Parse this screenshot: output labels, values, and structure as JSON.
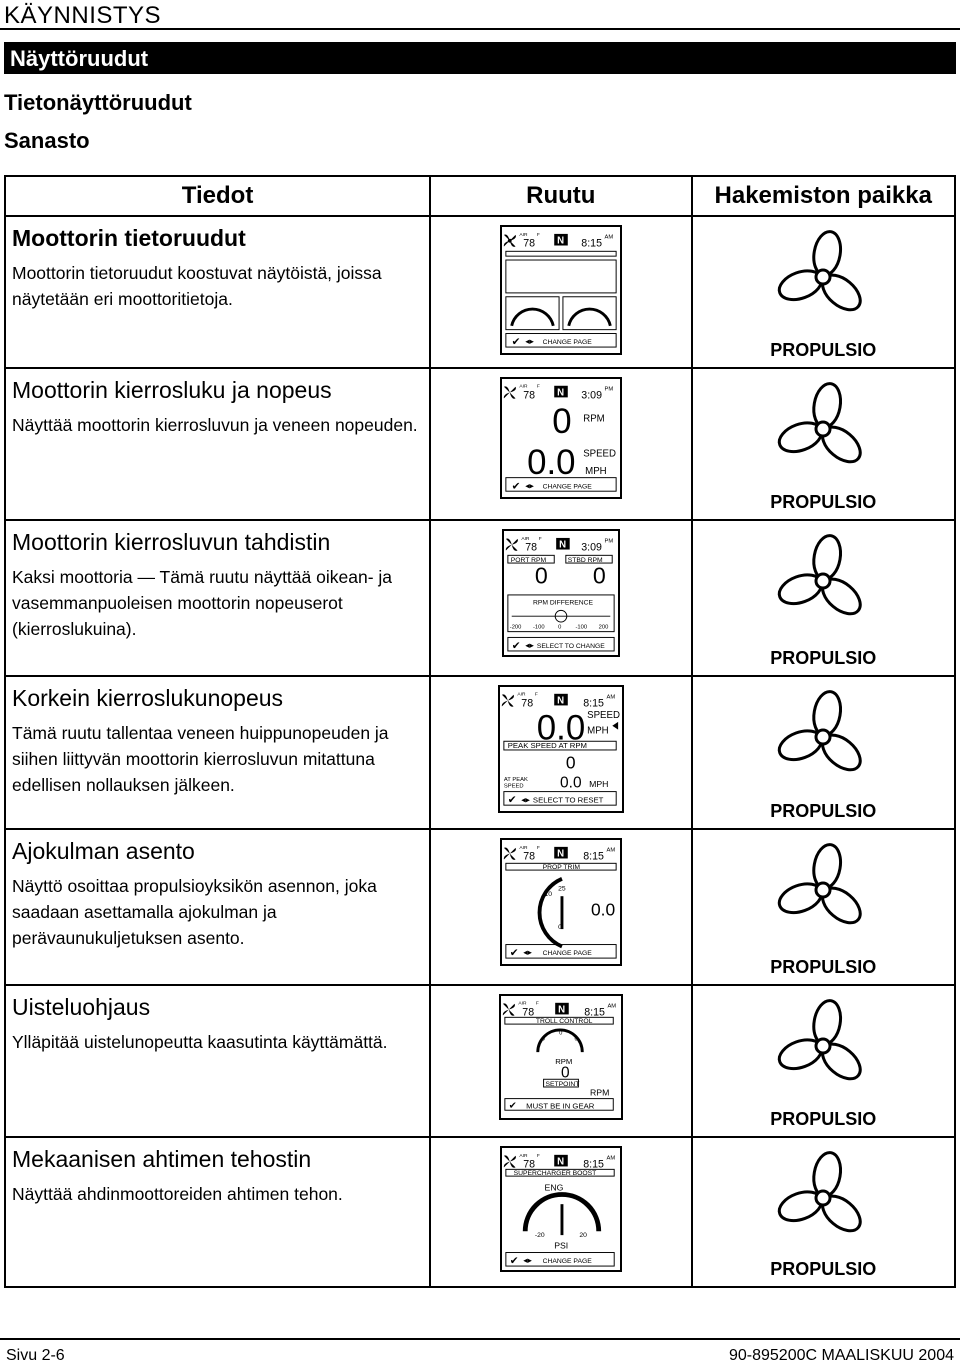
{
  "header": {
    "chapter": "KÄYNNISTYS",
    "section": "Näyttöruudut",
    "subtitle1": "Tietonäyttöruudut",
    "subtitle2": "Sanasto"
  },
  "table": {
    "headers": [
      "Tiedot",
      "Ruutu",
      "Hakemiston paikka"
    ],
    "rows": [
      {
        "title": "Moottorin tietoruudut",
        "desc": "Moottorin tietoruudut koostuvat näytöistä, joissa näytetään eri moottoritietoja.",
        "location": "PROPULSIO"
      },
      {
        "title": "Moottorin kierrosluku ja nopeus",
        "desc": "Näyttää moottorin kierrosluvun ja veneen nopeuden.",
        "location": "PROPULSIO"
      },
      {
        "title": "Moottorin kierrosluvun tahdistin",
        "desc": "Kaksi moottoria — Tämä ruutu näyttää oikean- ja vasemmanpuoleisen moottorin nopeuserot (kierroslukuina).",
        "location": "PROPULSIO"
      },
      {
        "title": "Korkein kierroslukunopeus",
        "desc": "Tämä ruutu tallentaa veneen huippunopeuden ja siihen liittyvän moottorin kierrosluvun mitattuna edellisen nollauksen jälkeen.",
        "location": "PROPULSIO"
      },
      {
        "title": "Ajokulman asento",
        "desc": "Näyttö osoittaa propulsioyksikön asennon, joka saadaan asettamalla ajokulman ja perävaunukuljetuksen asento.",
        "location": "PROPULSIO"
      },
      {
        "title": "Uisteluohjaus",
        "desc": "Ylläpitää uistelunopeutta kaasutinta käyttämättä.",
        "location": "PROPULSIO"
      },
      {
        "title": "Mekaanisen ahtimen tehostin",
        "desc": "Näyttää ahdinmoottoreiden ahtimen tehon.",
        "location": "PROPULSIO"
      }
    ]
  },
  "screens": {
    "air": "AIR",
    "f": "F",
    "temp": "78",
    "gear": "N",
    "time1": "8:15",
    "am": "AM",
    "time2": "3:09",
    "pm": "PM",
    "change_page": "CHANGE  PAGE",
    "select_change": "SELECT  TO  CHANGE",
    "select_reset": "SELECT  TO  RESET",
    "rpm_value": "0",
    "rpm": "RPM",
    "speed_value": "0.0",
    "speed": "SPEED",
    "mph": "MPH",
    "port_rpm": "PORT  RPM",
    "stbd_rpm": "STBD  RPM",
    "rpm_diff": "RPM DIFFERENCE",
    "scale": [
      "-200",
      "-100",
      "0",
      "-100",
      "200"
    ],
    "peak_speed_at_rpm": "PEAK  SPEED  AT RPM",
    "at_peak": "AT PEAK",
    "speed_small": "SPEED",
    "prop_trim": "PROP TRIM",
    "trim_10": "10",
    "trim_25": "25",
    "trim_0": "0",
    "troll_control": "TROLL CONTROL",
    "setpoint": "SETPOINT",
    "must_gear": "MUST  BE  IN GEAR",
    "supercharger": "SUPERCHARGER  BOOST",
    "eng": "ENG",
    "psi": "PSI",
    "m20": "-20",
    "p20": "20"
  },
  "footer": {
    "left": "Sivu 2-6",
    "right": "90-895200C  MAALISKUU 2004"
  }
}
